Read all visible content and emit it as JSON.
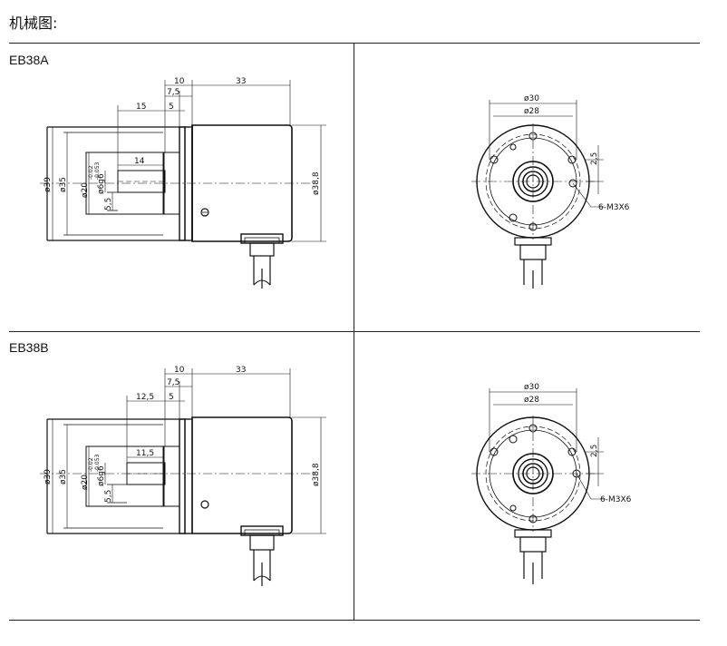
{
  "page": {
    "title": "机械图:"
  },
  "models": [
    {
      "label": "EB38A",
      "side": {
        "dim_10": "10",
        "dim_7_5": "7,5",
        "dim_33": "33",
        "dim_15": "15",
        "dim_5": "5",
        "dim_14": "14",
        "dim_5_5": "5,5",
        "dia_39": "ø39",
        "dia_35": "ø35",
        "dia_20": "ø20",
        "tol_20_top": "-0.02",
        "tol_20_bottom": "-0.053",
        "dia_6": "ø6g6",
        "dia_38_8": "ø38,8"
      },
      "front": {
        "dia_30": "ø30",
        "dia_28": "ø28",
        "dim_2_5": "2,5",
        "holes": "6-M3X6"
      }
    },
    {
      "label": "EB38B",
      "side": {
        "dim_10": "10",
        "dim_7_5": "7,5",
        "dim_33": "33",
        "dim_12_5": "12,5",
        "dim_5": "5",
        "dim_11_5": "11,5",
        "dim_5_5": "5,5",
        "dia_39": "ø39",
        "dia_35": "ø35",
        "dia_20": "ø20",
        "tol_20_top": "-0.02",
        "tol_20_bottom": "-0.053",
        "dia_6": "ø6g6",
        "dia_38_8": "ø38,8"
      },
      "front": {
        "dia_30": "ø30",
        "dia_28": "ø28",
        "dim_2_5": "2,5",
        "holes": "6-M3X6"
      }
    }
  ]
}
